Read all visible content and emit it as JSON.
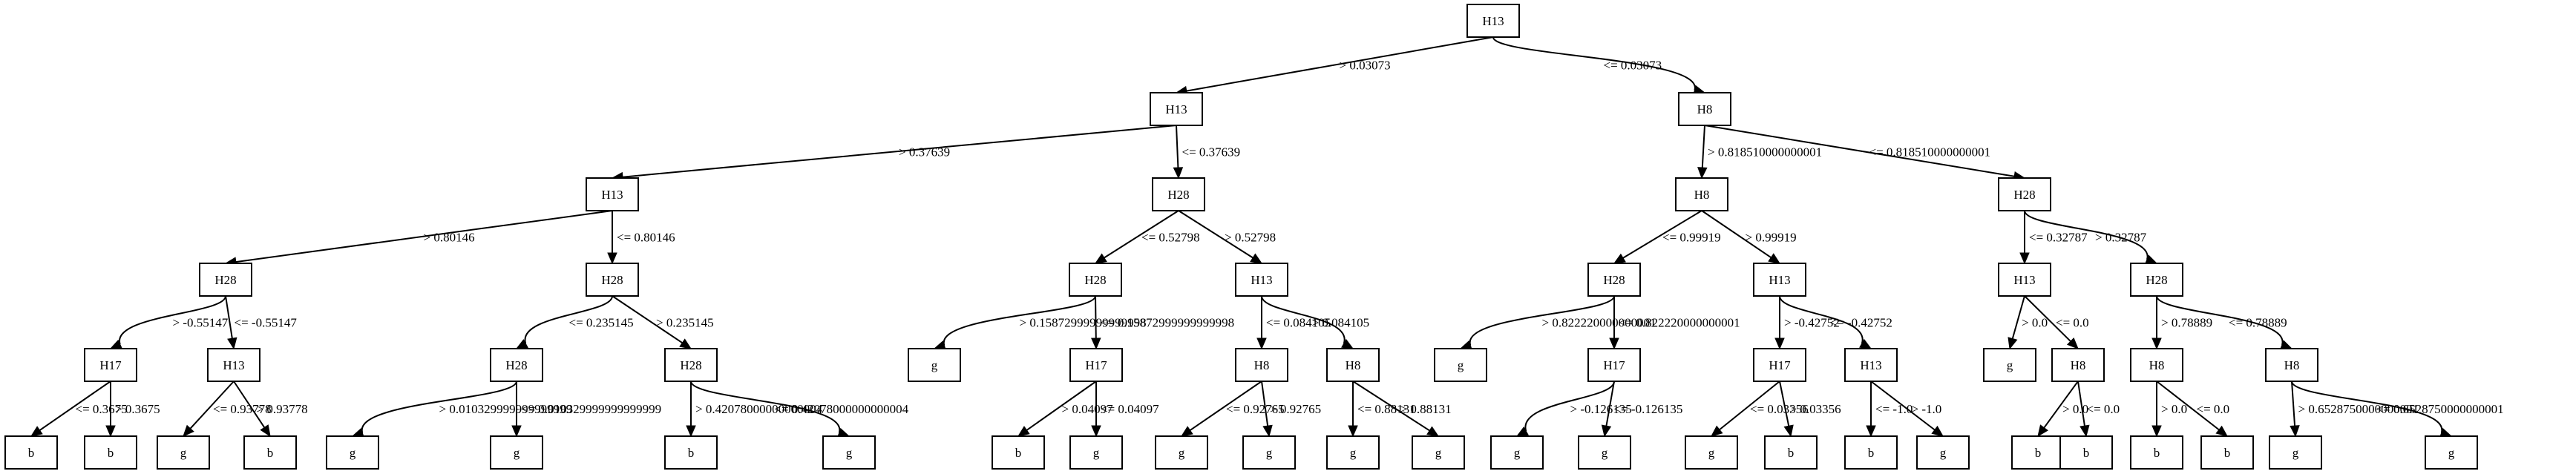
{
  "tree": {
    "nodes": [
      {
        "id": "n0",
        "label": "H13"
      },
      {
        "id": "n1",
        "label": "H13"
      },
      {
        "id": "n2",
        "label": "H8"
      },
      {
        "id": "n3",
        "label": "H13"
      },
      {
        "id": "n4",
        "label": "H28"
      },
      {
        "id": "n5",
        "label": "H8"
      },
      {
        "id": "n6",
        "label": "H28"
      },
      {
        "id": "n7",
        "label": "H28"
      },
      {
        "id": "n8",
        "label": "H28"
      },
      {
        "id": "n9",
        "label": "H28"
      },
      {
        "id": "n10",
        "label": "H13"
      },
      {
        "id": "n11",
        "label": "H28"
      },
      {
        "id": "n12",
        "label": "H13"
      },
      {
        "id": "n13",
        "label": "H13"
      },
      {
        "id": "n14",
        "label": "H28"
      },
      {
        "id": "n15",
        "label": "H17"
      },
      {
        "id": "n16",
        "label": "H13"
      },
      {
        "id": "n17",
        "label": "H28"
      },
      {
        "id": "n18",
        "label": "H28"
      },
      {
        "id": "n19",
        "label": "g"
      },
      {
        "id": "n20",
        "label": "H17"
      },
      {
        "id": "n21",
        "label": "H8"
      },
      {
        "id": "n22",
        "label": "H8"
      },
      {
        "id": "n23",
        "label": "g"
      },
      {
        "id": "n24",
        "label": "H17"
      },
      {
        "id": "n25",
        "label": "H17"
      },
      {
        "id": "n26",
        "label": "H13"
      },
      {
        "id": "n27",
        "label": "g"
      },
      {
        "id": "n28",
        "label": "H8"
      },
      {
        "id": "n29",
        "label": "H8"
      },
      {
        "id": "n30",
        "label": "H8"
      },
      {
        "id": "n31",
        "label": "b"
      },
      {
        "id": "n32",
        "label": "b"
      },
      {
        "id": "n33",
        "label": "g"
      },
      {
        "id": "n34",
        "label": "b"
      },
      {
        "id": "n35",
        "label": "g"
      },
      {
        "id": "n36",
        "label": "g"
      },
      {
        "id": "n37",
        "label": "b"
      },
      {
        "id": "n38",
        "label": "g"
      },
      {
        "id": "n39",
        "label": "b"
      },
      {
        "id": "n40",
        "label": "g"
      },
      {
        "id": "n41",
        "label": "g"
      },
      {
        "id": "n42",
        "label": "g"
      },
      {
        "id": "n43",
        "label": "g"
      },
      {
        "id": "n44",
        "label": "g"
      },
      {
        "id": "n45",
        "label": "g"
      },
      {
        "id": "n46",
        "label": "g"
      },
      {
        "id": "n47",
        "label": "g"
      },
      {
        "id": "n48",
        "label": "b"
      },
      {
        "id": "n49",
        "label": "b"
      },
      {
        "id": "n50",
        "label": "g"
      },
      {
        "id": "n51",
        "label": "b"
      },
      {
        "id": "n52",
        "label": "b"
      },
      {
        "id": "n53",
        "label": "b"
      },
      {
        "id": "n54",
        "label": "b"
      },
      {
        "id": "n55",
        "label": "g"
      },
      {
        "id": "n56",
        "label": "g"
      }
    ],
    "edges": [
      {
        "from": "n0",
        "to": "n1",
        "label": "> 0.03073"
      },
      {
        "from": "n0",
        "to": "n2",
        "label": "<= 0.03073"
      },
      {
        "from": "n1",
        "to": "n3",
        "label": "> 0.37639"
      },
      {
        "from": "n1",
        "to": "n4",
        "label": "<= 0.37639"
      },
      {
        "from": "n2",
        "to": "n5",
        "label": "> 0.818510000000001"
      },
      {
        "from": "n2",
        "to": "n6",
        "label": "<= 0.818510000000001"
      },
      {
        "from": "n3",
        "to": "n7",
        "label": "> 0.80146"
      },
      {
        "from": "n3",
        "to": "n8",
        "label": "<= 0.80146"
      },
      {
        "from": "n4",
        "to": "n9",
        "label": "<= 0.52798"
      },
      {
        "from": "n4",
        "to": "n10",
        "label": "> 0.52798"
      },
      {
        "from": "n5",
        "to": "n11",
        "label": "<= 0.99919"
      },
      {
        "from": "n5",
        "to": "n12",
        "label": "> 0.99919"
      },
      {
        "from": "n6",
        "to": "n13",
        "label": "<= 0.32787"
      },
      {
        "from": "n6",
        "to": "n14",
        "label": "> 0.32787"
      },
      {
        "from": "n7",
        "to": "n15",
        "label": "> -0.55147"
      },
      {
        "from": "n7",
        "to": "n16",
        "label": "<= -0.55147"
      },
      {
        "from": "n8",
        "to": "n17",
        "label": "<= 0.235145"
      },
      {
        "from": "n8",
        "to": "n18",
        "label": "> 0.235145"
      },
      {
        "from": "n9",
        "to": "n19",
        "label": "> 0.15872999999999998"
      },
      {
        "from": "n9",
        "to": "n20",
        "label": "<= 0.15872999999999998"
      },
      {
        "from": "n10",
        "to": "n21",
        "label": "<= 0.084105"
      },
      {
        "from": "n10",
        "to": "n22",
        "label": "> 0.084105"
      },
      {
        "from": "n11",
        "to": "n23",
        "label": "> 0.822220000000001"
      },
      {
        "from": "n11",
        "to": "n24",
        "label": "<= 0.822220000000001"
      },
      {
        "from": "n12",
        "to": "n25",
        "label": "> -0.42752"
      },
      {
        "from": "n12",
        "to": "n26",
        "label": "<= -0.42752"
      },
      {
        "from": "n13",
        "to": "n27",
        "label": "> 0.0"
      },
      {
        "from": "n13",
        "to": "n28",
        "label": "<= 0.0"
      },
      {
        "from": "n14",
        "to": "n29",
        "label": "> 0.78889"
      },
      {
        "from": "n14",
        "to": "n30",
        "label": "<= 0.78889"
      },
      {
        "from": "n15",
        "to": "n31",
        "label": "<= 0.3675"
      },
      {
        "from": "n15",
        "to": "n32",
        "label": "> 0.3675"
      },
      {
        "from": "n16",
        "to": "n33",
        "label": "<= 0.93778"
      },
      {
        "from": "n16",
        "to": "n34",
        "label": "> 0.93778"
      },
      {
        "from": "n17",
        "to": "n35",
        "label": "> 0.010329999999999999"
      },
      {
        "from": "n17",
        "to": "n36",
        "label": "<= 0.010329999999999999"
      },
      {
        "from": "n18",
        "to": "n37",
        "label": "> 0.42078000000000004"
      },
      {
        "from": "n18",
        "to": "n38",
        "label": "<= 0.42078000000000004"
      },
      {
        "from": "n20",
        "to": "n39",
        "label": "> 0.04097"
      },
      {
        "from": "n20",
        "to": "n40",
        "label": "<= 0.04097"
      },
      {
        "from": "n21",
        "to": "n41",
        "label": "<= 0.92765"
      },
      {
        "from": "n21",
        "to": "n42",
        "label": "> 0.92765"
      },
      {
        "from": "n22",
        "to": "n43",
        "label": "<= 0.88131"
      },
      {
        "from": "n22",
        "to": "n44",
        "label": "> 0.88131"
      },
      {
        "from": "n24",
        "to": "n45",
        "label": "> -0.126135"
      },
      {
        "from": "n24",
        "to": "n46",
        "label": "<= -0.126135"
      },
      {
        "from": "n25",
        "to": "n47",
        "label": "<= 0.03356"
      },
      {
        "from": "n25",
        "to": "n48",
        "label": "> 0.03356"
      },
      {
        "from": "n26",
        "to": "n49",
        "label": "<= -1.0"
      },
      {
        "from": "n26",
        "to": "n50",
        "label": "> -1.0"
      },
      {
        "from": "n28",
        "to": "n51",
        "label": "> 0.0"
      },
      {
        "from": "n28",
        "to": "n52",
        "label": "<= 0.0"
      },
      {
        "from": "n29",
        "to": "n53",
        "label": "> 0.0"
      },
      {
        "from": "n29",
        "to": "n54",
        "label": "<= 0.0"
      },
      {
        "from": "n30",
        "to": "n55",
        "label": "> 0.6528750000000001"
      },
      {
        "from": "n30",
        "to": "n56",
        "label": "<= 0.6528750000000001"
      }
    ]
  }
}
